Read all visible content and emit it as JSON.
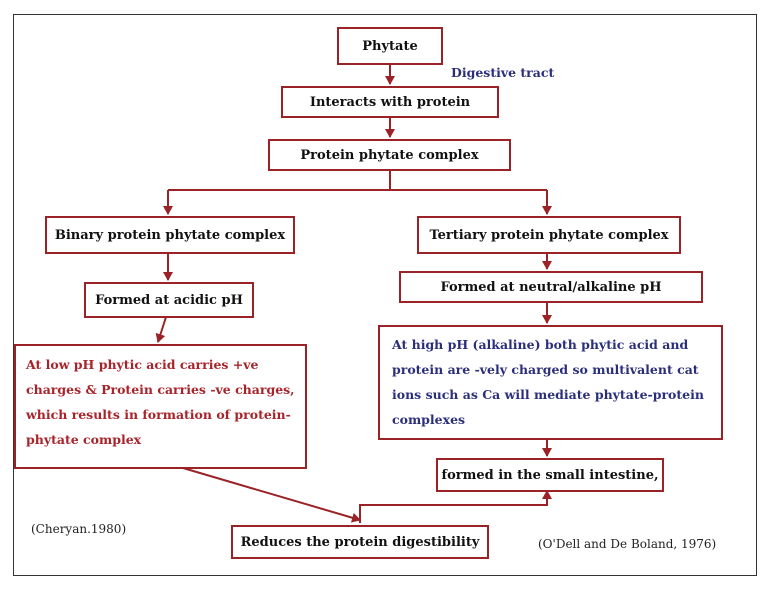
{
  "nodes": {
    "phytate": "Phytate",
    "interacts": "Interacts with protein",
    "complex": "Protein phytate complex",
    "binary": "Binary protein phytate complex",
    "tertiary": "Tertiary protein phytate complex",
    "acidic": "Formed at acidic pH",
    "neutral": "Formed at neutral/alkaline pH",
    "low_ph": "At low pH phytic acid carries +ve charges & Protein carries -ve charges, which results in formation of protein-phytate complex",
    "high_ph": "At high pH (alkaline) both phytic acid and protein are -vely  charged so multivalent cat ions such as Ca will mediate phytate-protein complexes",
    "small_intestine": "formed in the small intestine,",
    "reduces": "Reduces the protein digestibility"
  },
  "annotations": {
    "digestive_tract": "Digestive tract"
  },
  "citations": {
    "left": "(Cheryan.1980)",
    "right": "(O'Dell and De Boland, 1976)"
  },
  "colors": {
    "border": "#9b2226",
    "arrow": "#9b2226",
    "red_text": "#a8232a",
    "blue_text": "#2b2f7a"
  }
}
